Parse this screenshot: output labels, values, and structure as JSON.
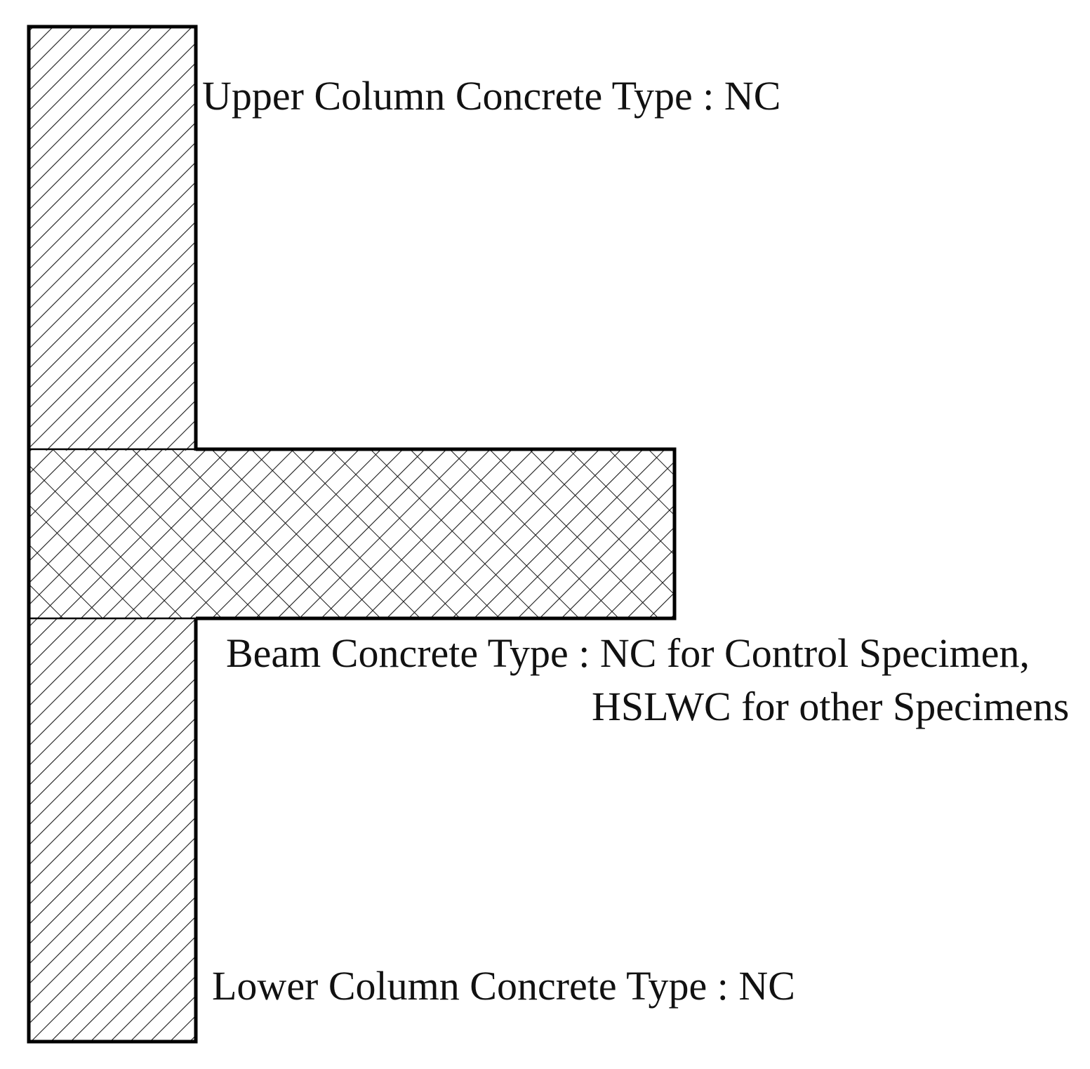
{
  "diagram": {
    "upper_column_label": "Upper Column Concrete Type : NC",
    "beam_label_line1": "Beam Concrete Type : NC for Control Specimen,",
    "beam_label_line2": "HSLWC for other Specimens",
    "lower_column_label": "Lower Column Concrete Type : NC"
  },
  "colors": {
    "stroke": "#000000",
    "background": "#ffffff"
  }
}
